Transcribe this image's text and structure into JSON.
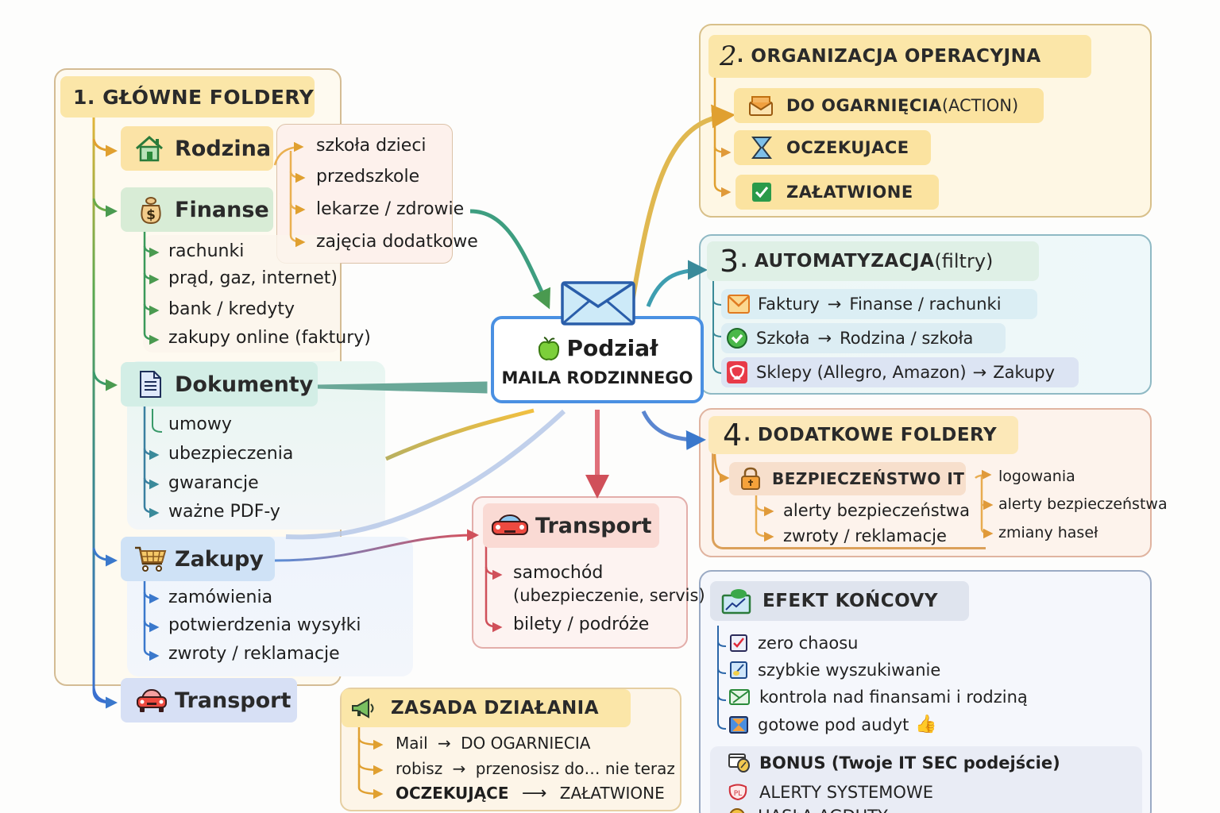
{
  "center": {
    "title": "Podział",
    "subtitle": "MAILA RODZINNEGO",
    "icons": [
      "envelope-icon",
      "apple-icon"
    ]
  },
  "section1": {
    "title": "1. GŁÓWNE FOLDERY",
    "folders": [
      {
        "label": "Rodzina",
        "icon": "house-icon",
        "color": "#e8b04a",
        "items": [
          "szkoła dzieci",
          "przedszkole",
          "lekarze / zdrowie",
          "zajęcia dodatkowe"
        ]
      },
      {
        "label": "Finanse",
        "icon": "money-bag-icon",
        "color": "#3c9a5a",
        "items": [
          "rachunki",
          "prąd, gaz, internet)",
          "bank / kredyty",
          "zakupy online (faktury)"
        ]
      },
      {
        "label": "Dokumenty",
        "icon": "document-icon",
        "color": "#3a8a8a",
        "items": [
          "umowy",
          "ubezpieczenia",
          "gwarancje",
          "ważne PDF-y"
        ]
      },
      {
        "label": "Zakupy",
        "icon": "shopping-cart-icon",
        "color": "#4a80d0",
        "items": [
          "zamówienia",
          "potwierdzenia wysyłki",
          "zwroty / reklamacje"
        ]
      },
      {
        "label": "Transport",
        "icon": "car-icon",
        "color": "#4a70d0",
        "items": []
      }
    ]
  },
  "section2": {
    "number": "2",
    "title": ". ORGANIZACJA OPERACYJNA",
    "items": [
      {
        "label": "DO OGARNIĘCIA",
        "suffix": " (ACTION)",
        "icon": "open-envelope-icon"
      },
      {
        "label": "OCZEKUJACE",
        "icon": "hourglass-icon"
      },
      {
        "label": "ZAŁATWIONE",
        "icon": "checkbox-icon"
      }
    ]
  },
  "section3": {
    "number": "3",
    "title": ". AUTOMATYZACJA",
    "title_suffix": " (filtry)",
    "rules": [
      {
        "from": "Faktury",
        "arrow": "→",
        "to": "Finanse / rachunki",
        "icon": "mail-icon"
      },
      {
        "from": "Szkoła",
        "arrow": "→",
        "to": "Rodzina / szkoła",
        "icon": "check-circle-icon"
      },
      {
        "from": "Sklepy (Allegro, Amazon)",
        "arrow": "→",
        "to": "Zakupy",
        "icon": "shop-icon"
      }
    ]
  },
  "section4": {
    "number": "4",
    "title": ". DODATKOWE FOLDERY",
    "folder": {
      "label": "BEZPIECZEŃSTWO IT",
      "icon": "padlock-icon"
    },
    "sub_items": [
      "alerty bezpieczeństwa",
      "zwroty / reklamacje"
    ],
    "side_items": [
      "logowania",
      "alerty bezpieczeństwa",
      "zmiany haseł"
    ]
  },
  "transport": {
    "label": "Transport",
    "icon": "car-icon",
    "items": [
      "samochód",
      "(ubezpieczenie, servis)",
      "bilety / podróże"
    ]
  },
  "zasada": {
    "title": "ZASADA DZIAŁANIA",
    "icon": "megaphone-icon",
    "lines": [
      {
        "a": "Mail",
        "arrow": "→",
        "b": "DO OGARNIECIA"
      },
      {
        "a": "robisz",
        "arrow": "→",
        "b": "przenosisz do… nie teraz"
      },
      {
        "a": "OCZEKUJĄCE",
        "arrow": "⟶",
        "b": "ZAŁATWIONE"
      }
    ]
  },
  "efekt": {
    "title": "EFEKT KOŃCOVY",
    "icon": "chart-icon",
    "items": [
      {
        "label": "zero chaosu",
        "icon": "checklist-icon"
      },
      {
        "label": "szybkie wyszukiwanie",
        "icon": "search-note-icon"
      },
      {
        "label": "kontrola nad finansami i rodziną",
        "icon": "envelope-green-icon"
      },
      {
        "label": "gotowe pod audyt",
        "emoji": "👍",
        "icon": "hourglass-box-icon"
      }
    ],
    "bonus": {
      "title": "BONUS (Twoje IT SEC podejście)",
      "icon": "badge-icon",
      "items": [
        "ALERTY SYSTEMOWE",
        "HASŁA AGDUTY"
      ]
    }
  },
  "colors": {
    "yellow_panel": "#fdf6e3",
    "yellow_node": "#fbe6a8",
    "green_node": "#d8ecd6",
    "teal_node": "#d3eee6",
    "blue_node": "#d4e6f7",
    "indigo_node": "#d7e0f5",
    "red_node": "#f9ddd8",
    "center_border": "#4a90e2"
  }
}
